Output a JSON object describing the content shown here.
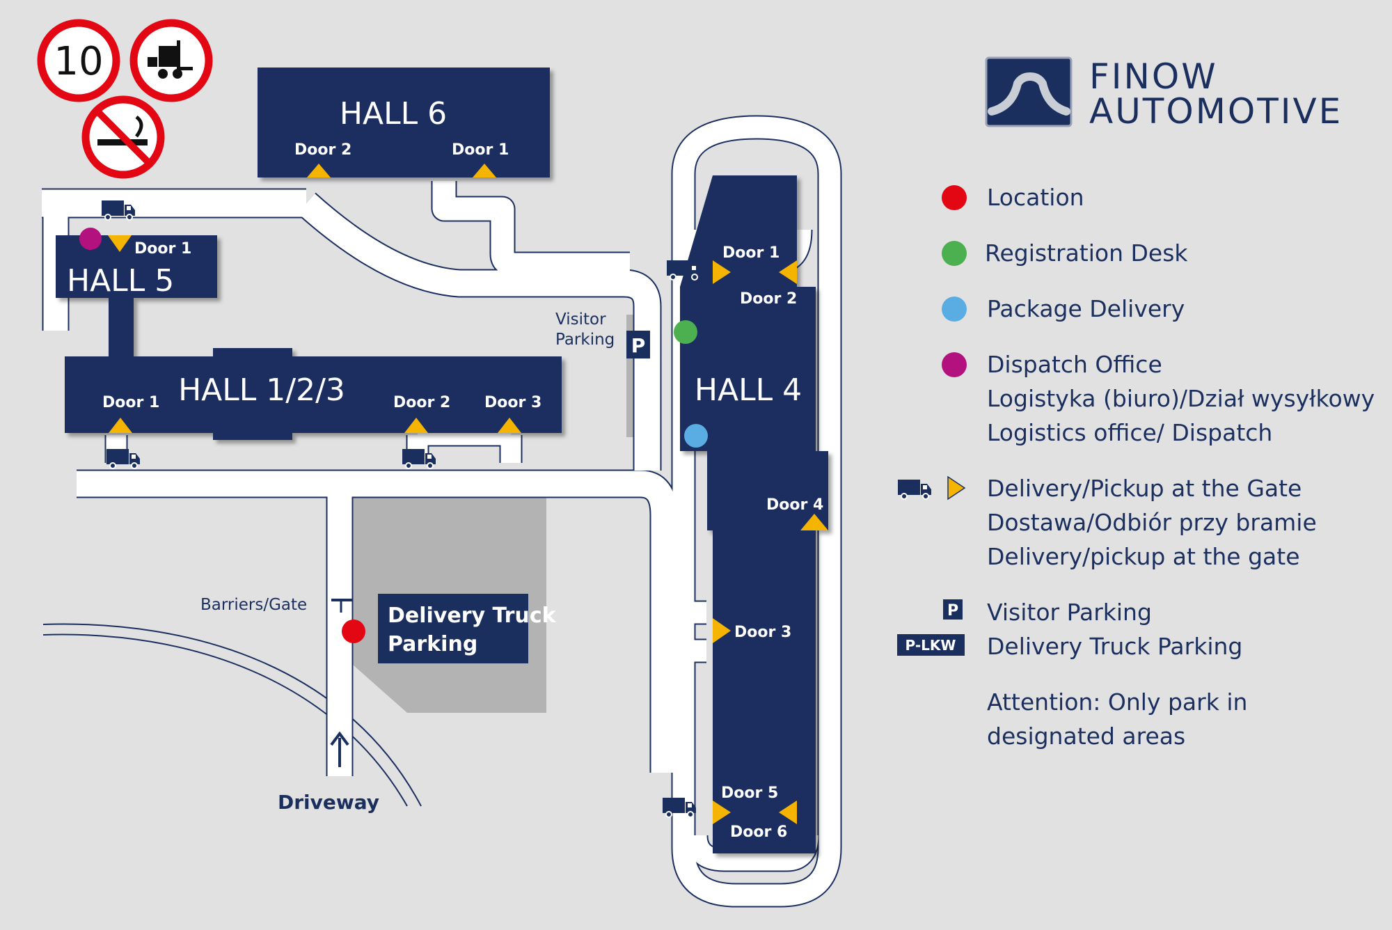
{
  "brand": {
    "line1": "FINOW",
    "line2": "AUTOMOTIVE"
  },
  "signs": {
    "speed_limit": "10",
    "forklift": "forklift-icon",
    "no_smoking": "no-smoking-icon"
  },
  "halls": {
    "hall6": {
      "name": "HALL 6",
      "doors": [
        "Door 2",
        "Door 1"
      ]
    },
    "hall5": {
      "name": "HALL 5",
      "doors": [
        "Door 1"
      ]
    },
    "hall123": {
      "name": "HALL 1/2/3",
      "doors": [
        "Door 1",
        "Door 2",
        "Door 3"
      ]
    },
    "hall4": {
      "name": "HALL 4",
      "doors": [
        "Door 1",
        "Door 2",
        "Door 4",
        "Door 3",
        "Door 5",
        "Door 6"
      ]
    }
  },
  "areas": {
    "visitor_parking": [
      "Visitor",
      "Parking"
    ],
    "parking_sign": "P",
    "truck_parking": [
      "Delivery Truck",
      "Parking"
    ],
    "barriers": "Barriers/Gate",
    "driveway": "Driveway"
  },
  "legend": {
    "location": "Location",
    "registration": "Registration Desk",
    "package": "Package Delivery",
    "dispatch": [
      "Dispatch Office",
      "Logistyka (biuro)/Dział wysyłkowy",
      "Logistics office/ Dispatch"
    ],
    "delivery": [
      "Delivery/Pickup at the Gate",
      "Dostawa/Odbiór przy bramie",
      "Delivery/pickup at the gate"
    ],
    "p_badge": "P",
    "plkw_badge": "P-LKW",
    "visitor_parking": "Visitor Parking",
    "truck_parking": "Delivery Truck Parking",
    "attention": [
      "Attention: Only park in",
      "designated areas"
    ]
  },
  "colors": {
    "navy": "#1b2f5e",
    "arrow": "#f5b400",
    "location": "#e30613",
    "registration": "#4caf50",
    "package": "#5aade3",
    "dispatch": "#b3127e",
    "background": "#e1e1e2",
    "road": "#ffffff",
    "lot": "#b3b3b3"
  }
}
